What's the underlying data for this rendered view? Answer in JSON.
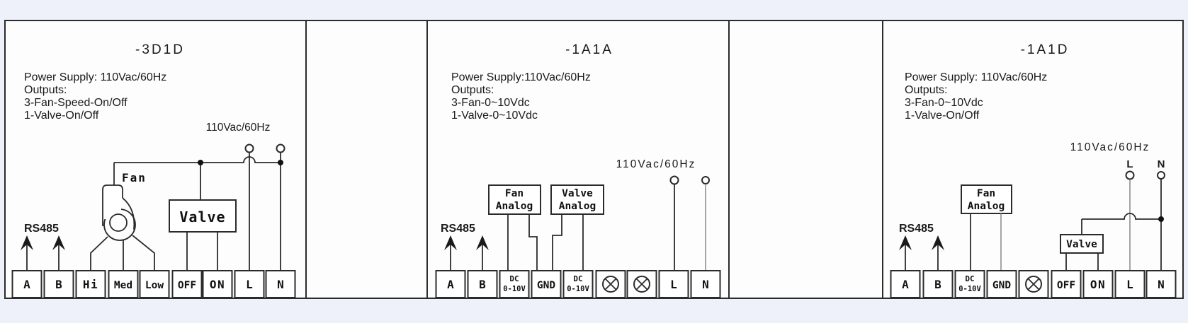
{
  "page": {
    "background": "#eef1f9",
    "diagram_background": "#fdfdfe",
    "line_color": "#2b2b2b",
    "gray_wire_color": "#8f8f8f"
  },
  "panels": [
    {
      "id": "3D1D",
      "title": "-3D1D",
      "spec_lines": [
        "Power Supply: 110Vac/60Hz",
        "Outputs:",
        "3-Fan-Speed-On/Off",
        "1-Valve-On/Off"
      ],
      "power_label": "110Vac/60Hz",
      "rs485_label": "RS485",
      "fan_label": "Fan",
      "valve_label": "Valve",
      "terminals": [
        {
          "label": "A"
        },
        {
          "label": "B"
        },
        {
          "label": "Hi"
        },
        {
          "label": "Med"
        },
        {
          "label": "Low"
        },
        {
          "label": "OFF"
        },
        {
          "label": "ON"
        },
        {
          "label": "L"
        },
        {
          "label": "N"
        }
      ]
    },
    {
      "id": "1A1A",
      "title": "-1A1A",
      "spec_lines": [
        "Power Supply:110Vac/60Hz",
        "Outputs:",
        "3-Fan-0~10Vdc",
        "1-Valve-0~10Vdc"
      ],
      "power_label": "110Vac/60Hz",
      "rs485_label": "RS485",
      "fan_analog": {
        "line1": "Fan",
        "line2": "Analog"
      },
      "valve_analog": {
        "line1": "Valve",
        "line2": "Analog"
      },
      "terminals": [
        {
          "label": "A"
        },
        {
          "label": "B"
        },
        {
          "label": "DC",
          "sub": "0-10V"
        },
        {
          "label": "GND"
        },
        {
          "label": "DC",
          "sub": "0-10V"
        },
        {
          "symbol": "crossed-circle"
        },
        {
          "symbol": "crossed-circle"
        },
        {
          "label": "L"
        },
        {
          "label": "N"
        }
      ]
    },
    {
      "id": "1A1D",
      "title": "-1A1D",
      "spec_lines": [
        "Power Supply: 110Vac/60Hz",
        "Outputs:",
        "3-Fan-0~10Vdc",
        "1-Valve-On/Off"
      ],
      "power_label": "110Vac/60Hz",
      "line_label": "L",
      "neutral_label": "N",
      "rs485_label": "RS485",
      "fan_analog": {
        "line1": "Fan",
        "line2": "Analog"
      },
      "valve_label": "Valve",
      "terminals": [
        {
          "label": "A"
        },
        {
          "label": "B"
        },
        {
          "label": "DC",
          "sub": "0-10V"
        },
        {
          "label": "GND"
        },
        {
          "symbol": "crossed-circle"
        },
        {
          "label": "OFF"
        },
        {
          "label": "ON"
        },
        {
          "label": "L"
        },
        {
          "label": "N"
        }
      ]
    }
  ]
}
